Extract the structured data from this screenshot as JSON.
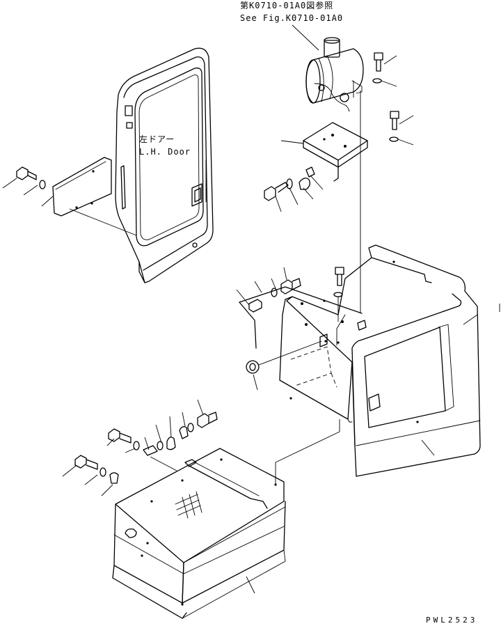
{
  "ref_note": {
    "line1": "第K0710-01A0図参照",
    "line2": "See Fig.K0710-01A0"
  },
  "door_label": {
    "line1": "左ドアー",
    "line2": "L.H. Door"
  },
  "drawing_code": "PWL2523"
}
